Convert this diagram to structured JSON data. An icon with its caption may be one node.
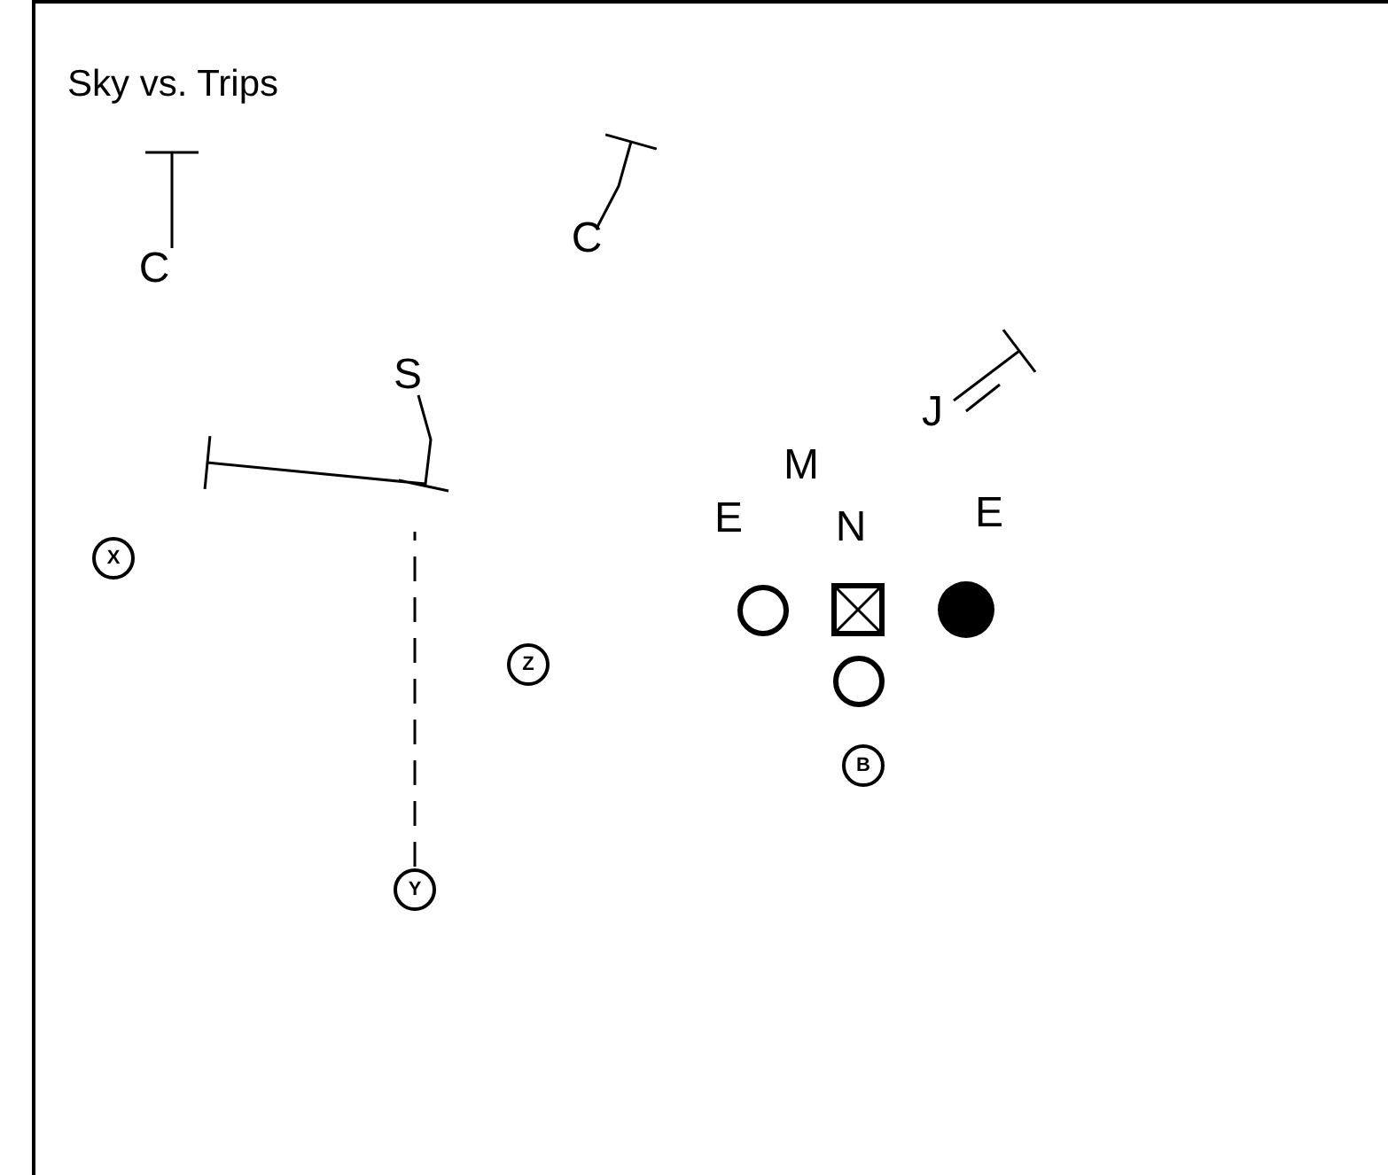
{
  "diagram": {
    "title": "Sky vs. Trips",
    "nodes": [
      {
        "text": [
          "C"
        ]
      },
      {
        "text": [
          "C"
        ]
      },
      {
        "text": [
          "S"
        ]
      },
      {
        "text": [
          "J"
        ]
      },
      {
        "text": [
          "M"
        ]
      },
      {
        "text": [
          "E"
        ]
      },
      {
        "text": [
          "N"
        ]
      },
      {
        "text": [
          "E"
        ]
      },
      {
        "text": [
          "X"
        ]
      },
      {
        "text": [],
        "shape": "circle"
      },
      {
        "text": [],
        "shape": "box"
      },
      {
        "text": [],
        "shape": "circle"
      },
      {
        "text": [
          "Z"
        ]
      },
      {
        "text": [],
        "shape": "circle"
      },
      {
        "text": [
          "B"
        ]
      },
      {
        "text": [
          "Y"
        ]
      }
    ],
    "edges": [
      {
        "from": 0,
        "to": null,
        "arrow": "other"
      },
      {
        "from": 1,
        "to": null,
        "arrow": "other"
      },
      {
        "from": 2,
        "to": null,
        "arrow": "other"
      },
      {
        "from": 3,
        "to": null,
        "arrow": "other"
      },
      {
        "from": 15,
        "to": null,
        "arrow": "none",
        "style": "dashed"
      }
    ]
  }
}
